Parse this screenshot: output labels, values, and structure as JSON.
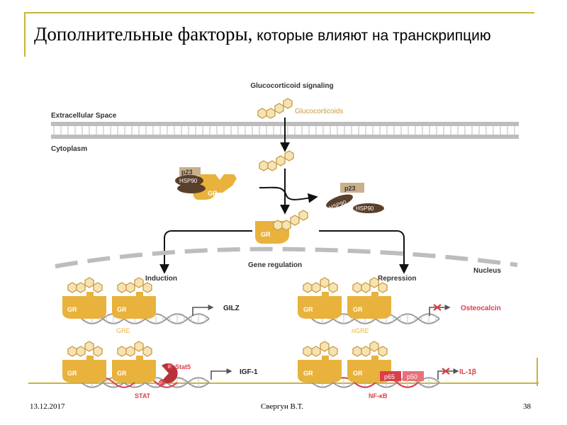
{
  "slide": {
    "title_serif": "Дополнительные факторы,",
    "title_sans": " которые влияют на транскрипцию"
  },
  "diagram": {
    "heading": "Glucocorticoid signaling",
    "ligand_label": "Glucocorticoids",
    "extracellular_label": "Extracellular Space",
    "cytoplasm_label": "Cytoplasm",
    "nucleus_label": "Nucleus",
    "gene_regulation_label": "Gene regulation",
    "p23": "p23",
    "hsp90": "HSP90",
    "gr": "GR",
    "induction_label": "Induction",
    "repression_label": "Repression",
    "gre": "GRE",
    "gilz": "GILZ",
    "ngre": "nGRE",
    "osteocalcin": "Osteocalcin",
    "stat5": "Stat5",
    "phospho": "P",
    "igf1": "IGF-1",
    "stat": "STAT",
    "p65": "p65",
    "p50": "p50",
    "il1b": "IL-1β",
    "nfkb": "NF-κB"
  },
  "footer": {
    "date": "13.12.2017",
    "author": "Свергун В.Т.",
    "page": "38"
  },
  "colors": {
    "accent": "#c9b43a",
    "receptor": "#e8b23c",
    "steroid_fill": "#f6e3b4",
    "steroid_stroke": "#c79a3e",
    "hsp": "#5a3f2a",
    "p23": "#c9b08a",
    "repress_red": "#d9404a",
    "dna_gray": "#9a9a9a"
  }
}
